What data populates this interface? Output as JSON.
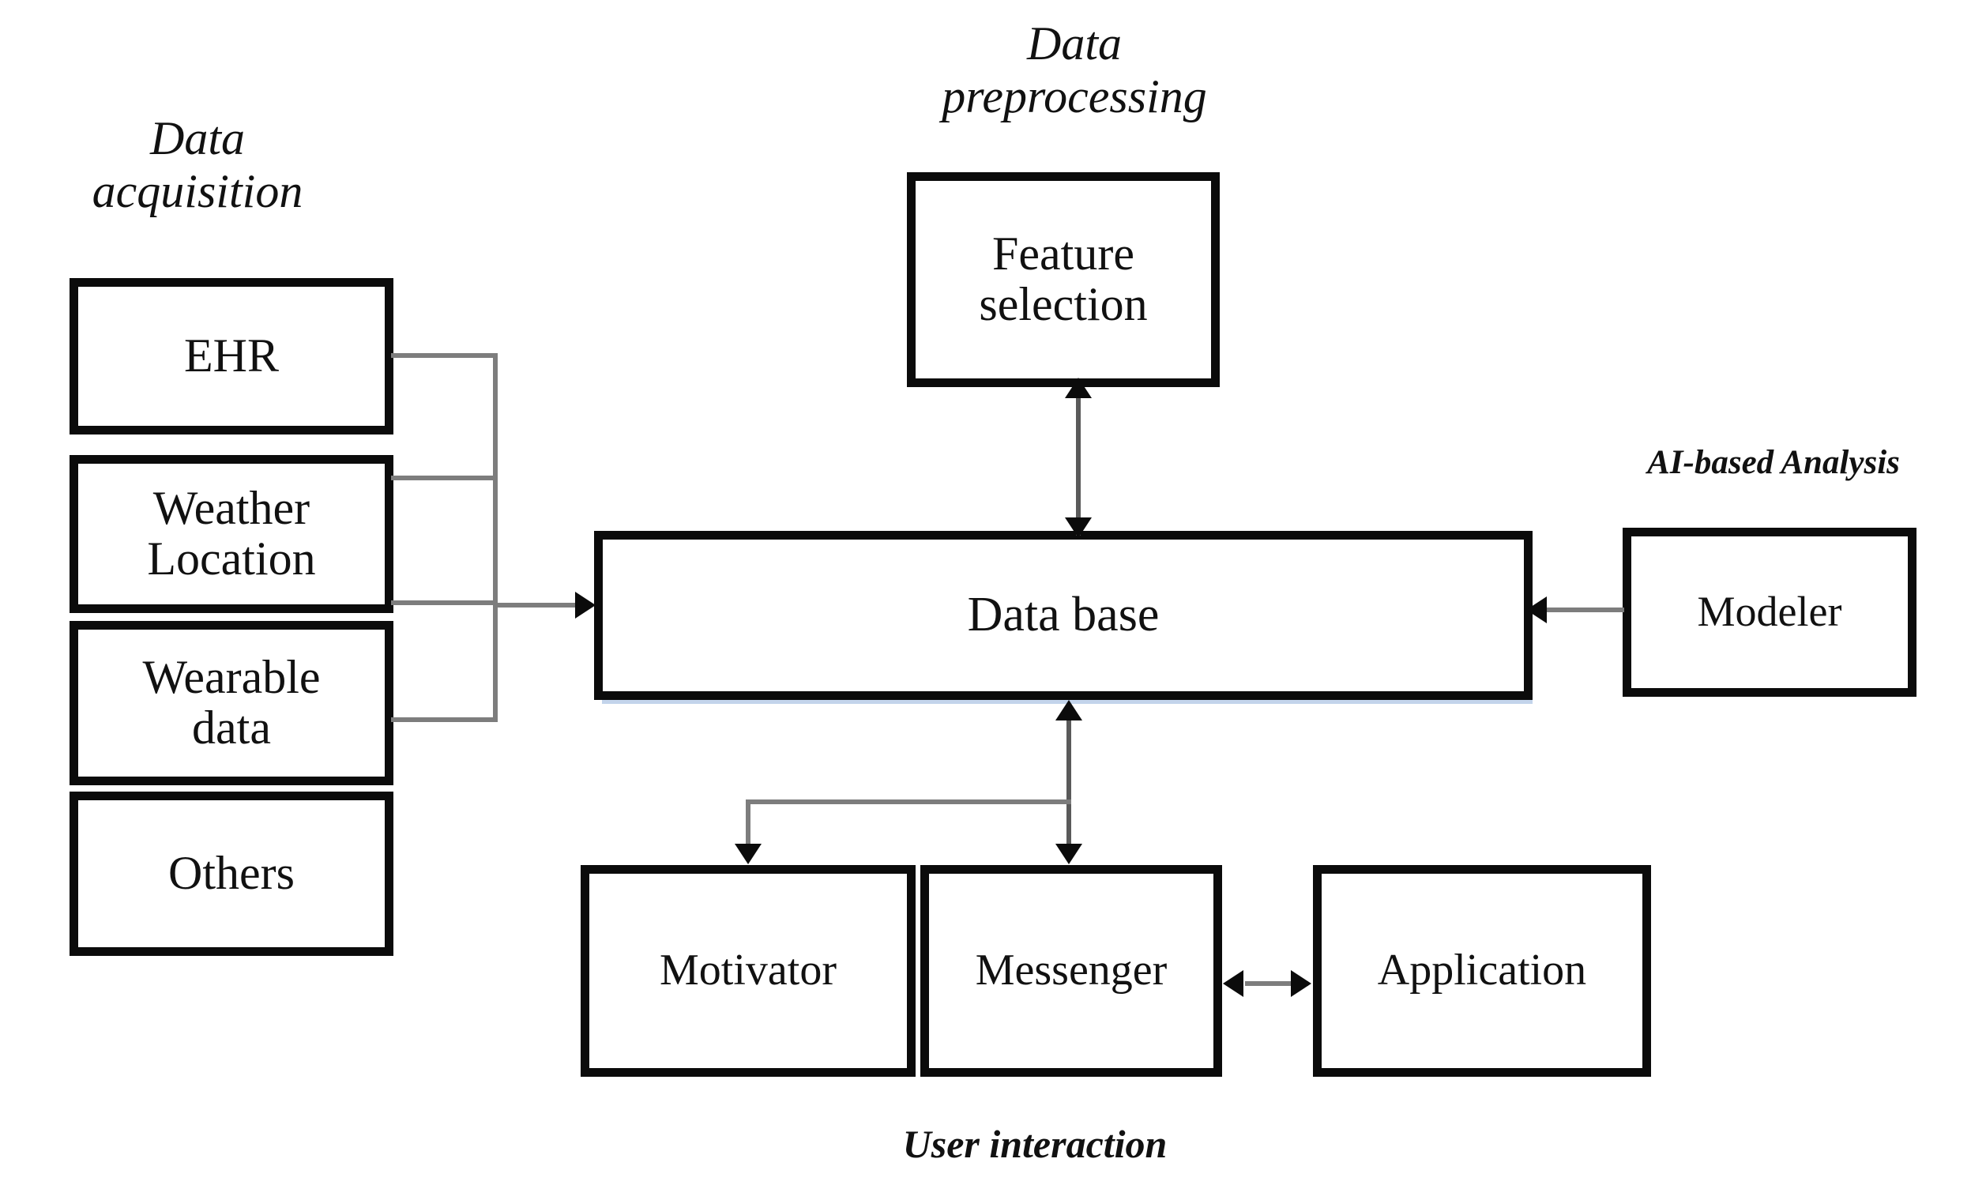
{
  "diagram": {
    "title": "Healthcare AI system architecture block diagram",
    "colors": {
      "box_border": "#0b0b0b",
      "box_fill": "#ffffff",
      "connector": "#7d7d7d",
      "arrowhead": "#0b0b0b",
      "text": "#111111",
      "background": "#ffffff"
    },
    "captions": [
      {
        "id": "data-acquisition",
        "text": "Data\nacquisition"
      },
      {
        "id": "data-preprocessing",
        "text": "Data\npreprocessing"
      },
      {
        "id": "ai-based-analysis",
        "text": "AI-based Analysis"
      },
      {
        "id": "user-interaction",
        "text": "User interaction"
      }
    ],
    "nodes": [
      {
        "id": "ehr",
        "label": "EHR",
        "group": "data-acquisition"
      },
      {
        "id": "weather-location",
        "label": "Weather\nLocation",
        "group": "data-acquisition"
      },
      {
        "id": "wearable-data",
        "label": "Wearable\ndata",
        "group": "data-acquisition"
      },
      {
        "id": "others",
        "label": "Others",
        "group": "data-acquisition"
      },
      {
        "id": "feature-selection",
        "label": "Feature\nselection",
        "group": "data-preprocessing"
      },
      {
        "id": "data-base",
        "label": "Data base",
        "group": "core"
      },
      {
        "id": "modeler",
        "label": "Modeler",
        "group": "ai-based-analysis"
      },
      {
        "id": "motivator",
        "label": "Motivator",
        "group": "user-interaction"
      },
      {
        "id": "messenger",
        "label": "Messenger",
        "group": "user-interaction"
      },
      {
        "id": "application",
        "label": "Application",
        "group": "user-interaction"
      }
    ],
    "edges": [
      {
        "from": "ehr",
        "to": "data-base",
        "direction": "one-way"
      },
      {
        "from": "weather-location",
        "to": "data-base",
        "direction": "one-way"
      },
      {
        "from": "wearable-data",
        "to": "data-base",
        "direction": "one-way"
      },
      {
        "from": "others",
        "to": "data-base",
        "direction": "one-way"
      },
      {
        "from": "feature-selection",
        "to": "data-base",
        "direction": "bidirectional"
      },
      {
        "from": "modeler",
        "to": "data-base",
        "direction": "one-way"
      },
      {
        "from": "data-base",
        "to": "messenger",
        "direction": "bidirectional"
      },
      {
        "from": "data-base",
        "to": "motivator",
        "direction": "one-way"
      },
      {
        "from": "messenger",
        "to": "application",
        "direction": "bidirectional"
      }
    ]
  }
}
